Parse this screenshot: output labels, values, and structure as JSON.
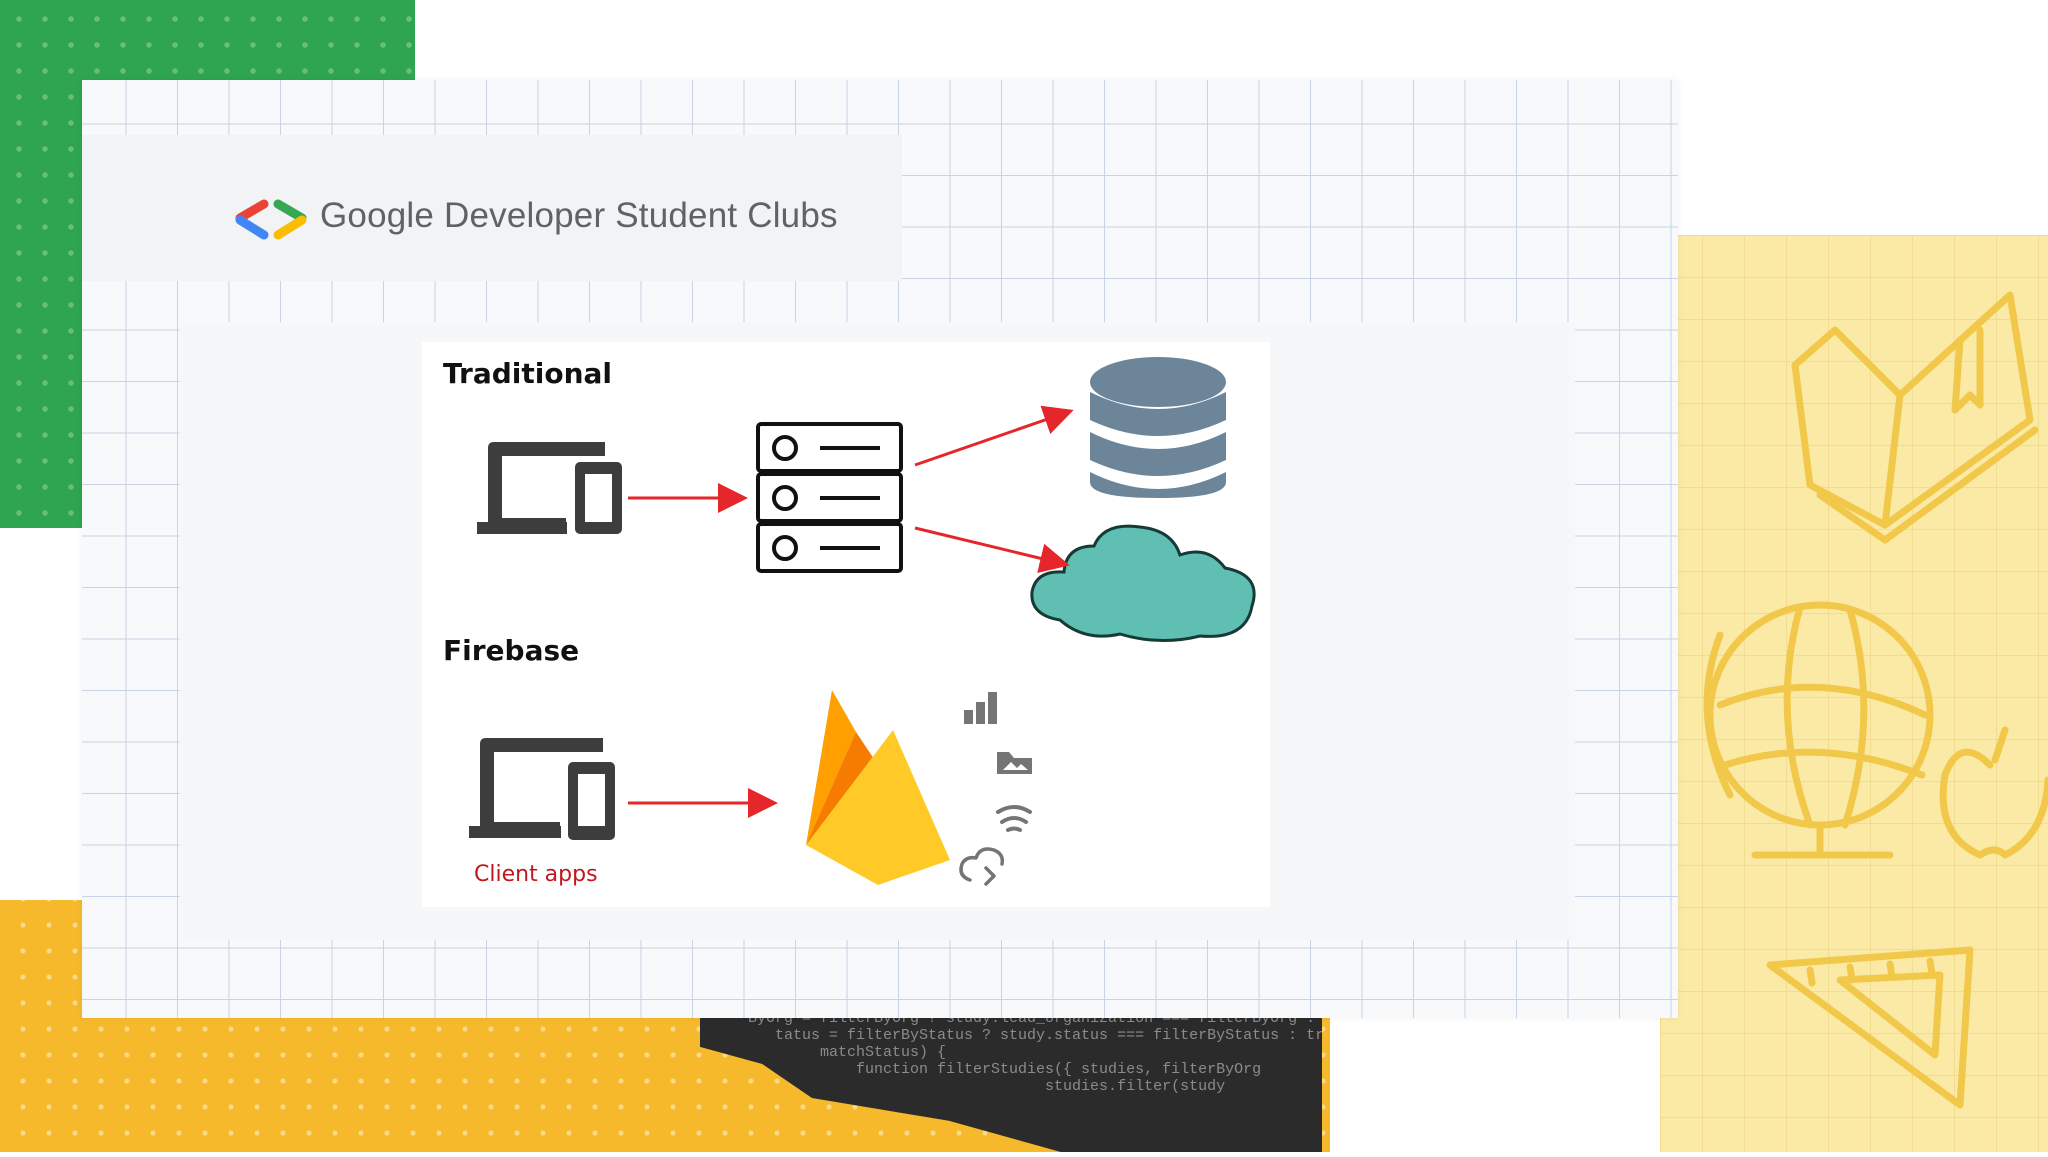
{
  "brand": {
    "title": "Google Developer Student Clubs",
    "colors": {
      "red": "#ea4335",
      "blue": "#4285f4",
      "green": "#34a853",
      "yellow": "#fbbc04",
      "text": "#5f6368"
    }
  },
  "diagram": {
    "traditional": {
      "heading": "Traditional",
      "nodes": [
        "devices-icon",
        "server-icon",
        "database-icon",
        "cloud-icon"
      ]
    },
    "firebase": {
      "heading": "Firebase",
      "client_label": "Client apps",
      "nodes": [
        "devices-icon",
        "firebase-flame-icon"
      ],
      "services": [
        "analytics-icon",
        "storage-icon",
        "hosting-icon",
        "cloud-functions-icon"
      ]
    },
    "arrow_color": "#e5262b",
    "database_color": "#6c8598",
    "cloud_color": "#5fbfb3"
  },
  "code_snippet": [
    "  ByOrg = filterByOrg ? study.lead_organization === filterByOrg : t",
    "     tatus = filterByStatus ? study.status === filterByStatus : tru",
    "          matchStatus) {",
    "",
    "              function filterStudies({ studies, filterByOrg",
    "                                   studies.filter(study"
  ]
}
